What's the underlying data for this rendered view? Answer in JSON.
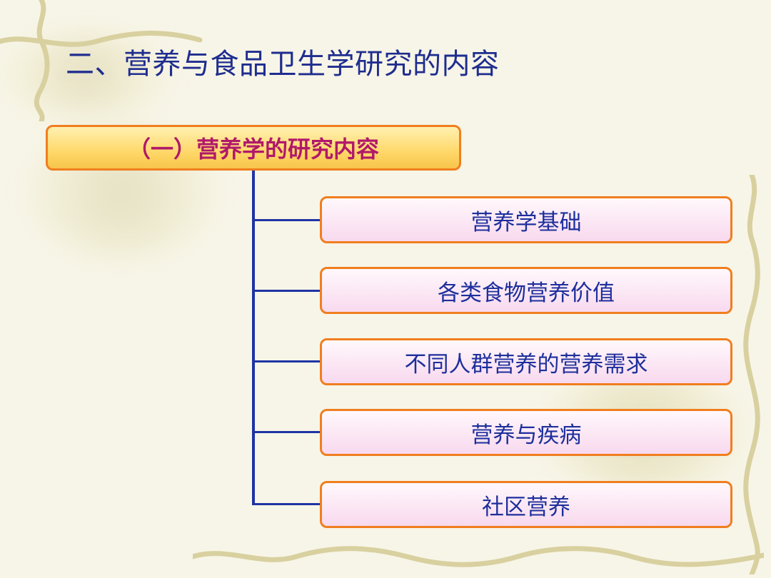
{
  "slide": {
    "title": "二、营养与食品卫生学研究的内容"
  },
  "diagram": {
    "root_label": "（一）营养学的研究内容",
    "children": [
      "营养学基础",
      "各类食物营养价值",
      "不同人群营养的营养需求",
      "营养与疾病",
      "社区营养"
    ]
  },
  "colors": {
    "title": "#1f2d8f",
    "root_text": "#b0196a",
    "child_text": "#1e2f9c",
    "border": "#f07e1f",
    "connector": "#1f33a4"
  }
}
